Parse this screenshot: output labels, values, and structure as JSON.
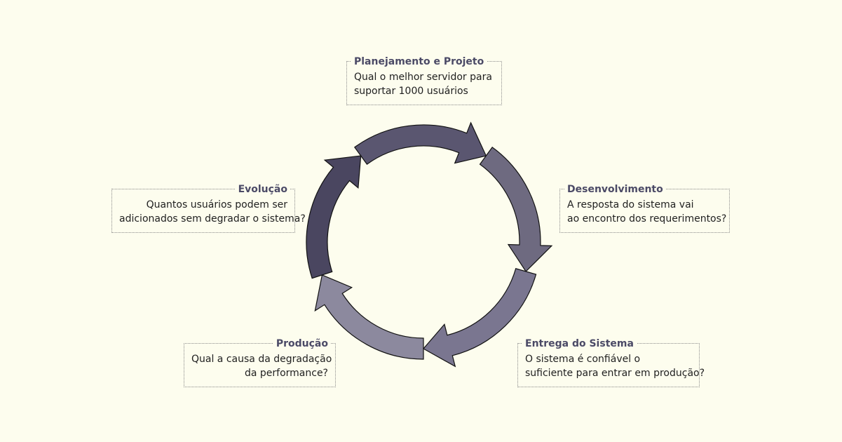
{
  "diagram": {
    "stages": [
      {
        "title": "Planejamento e Projeto",
        "lines": [
          "Qual o melhor servidor para",
          "suportar 1000 usuários"
        ]
      },
      {
        "title": "Desenvolvimento",
        "lines": [
          "A resposta do sistema vai",
          "ao encontro dos requerimentos?"
        ]
      },
      {
        "title": "Entrega do Sistema",
        "lines": [
          "O sistema é confiável o",
          "suficiente para entrar em produção?"
        ]
      },
      {
        "title": "Produção",
        "lines": [
          "Qual a causa da degradação",
          "da performance?"
        ]
      },
      {
        "title": "Evolução",
        "lines": [
          "Quantos usuários podem ser",
          "adicionados sem degradar o sistema?"
        ]
      }
    ],
    "colors": {
      "background": "#fdfdee",
      "title_text": "#4b4a66",
      "body_text": "#1f1f1f",
      "border": "#8a8a8a",
      "arrow_outline": "#111111",
      "arrow_segments": [
        "#5a5670",
        "#6e6a80",
        "#7a7690",
        "#8c899e",
        "#4a4660"
      ]
    },
    "icons": [
      "cycle-arrow-icon"
    ]
  }
}
